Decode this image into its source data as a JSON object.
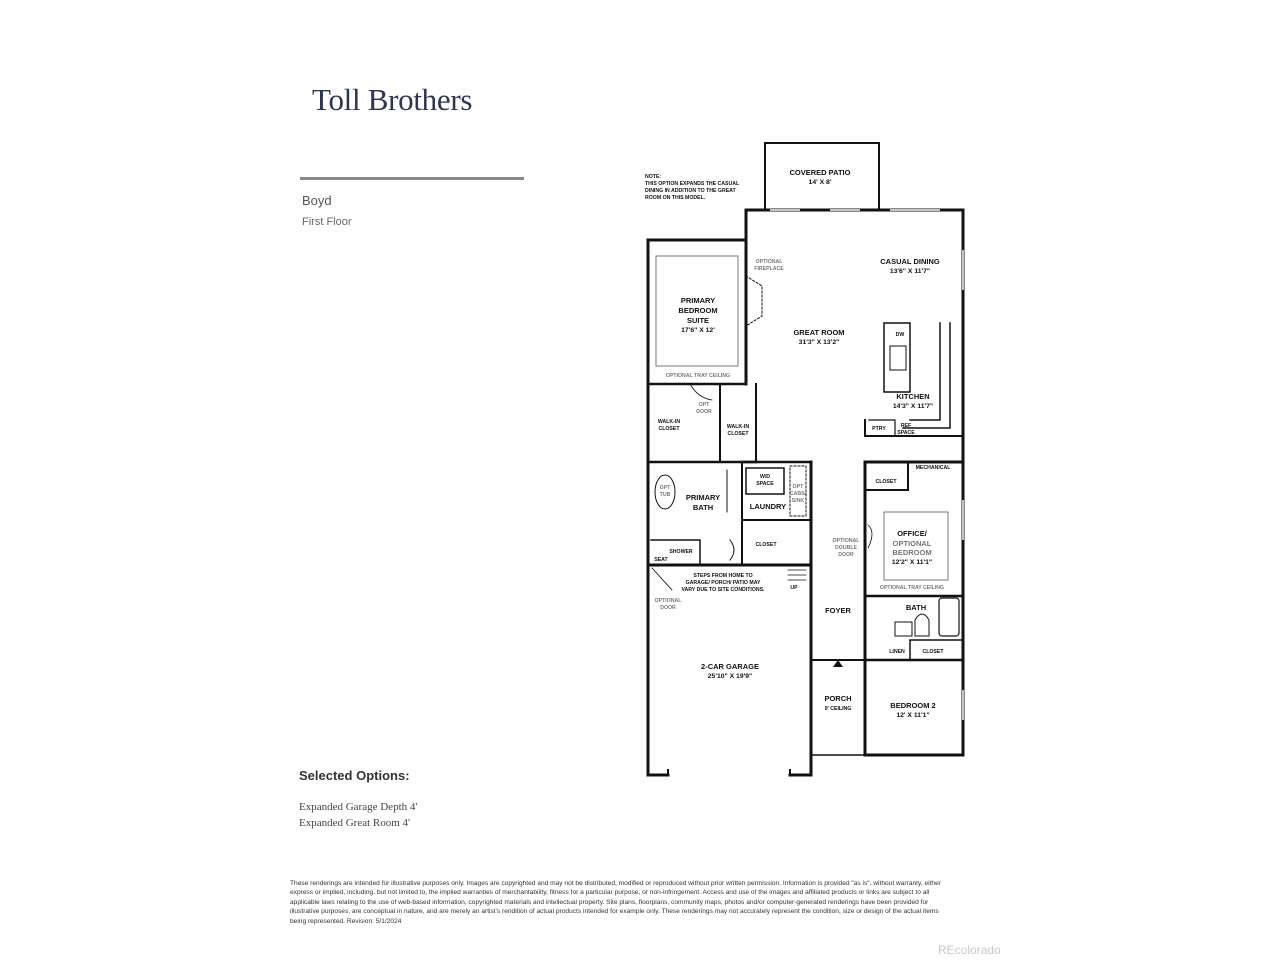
{
  "brand": {
    "logo_text": "Toll Brothers"
  },
  "plan": {
    "name": "Boyd",
    "floor": "First Floor"
  },
  "selected_options": {
    "title": "Selected Options:",
    "items": [
      "Expanded Garage Depth 4'",
      "Expanded Great Room 4'"
    ]
  },
  "floorplan": {
    "note": [
      "NOTE:",
      "THIS OPTION EXPANDS THE CASUAL",
      "DINING IN ADDITION TO THE GREAT",
      "ROOM ON THIS MODEL."
    ],
    "rooms": {
      "covered_patio": {
        "name": "COVERED PATIO",
        "dim": "14' X 8'"
      },
      "casual_dining": {
        "name": "CASUAL DINING",
        "dim": "13'6\" X 11'7\""
      },
      "great_room": {
        "name": "GREAT ROOM",
        "dim": "31'3\" X 13'2\""
      },
      "kitchen": {
        "name": "KITCHEN",
        "dim": "14'3\" X 11'7\""
      },
      "primary_bedroom": {
        "name": [
          "PRIMARY",
          "BEDROOM",
          "SUITE"
        ],
        "dim": "17'6\" X 12'"
      },
      "walk_in_closet_left": [
        "WALK-IN",
        "CLOSET"
      ],
      "walk_in_closet_right": [
        "WALK-IN",
        "CLOSET"
      ],
      "primary_bath": [
        "PRIMARY",
        "BATH"
      ],
      "laundry": "LAUNDRY",
      "mechanical": "MECHANICAL",
      "closet": "CLOSET",
      "office": {
        "name": [
          "OFFICE/",
          "OPTIONAL",
          "BEDROOM"
        ],
        "dim": "12'2\" X 11'1\""
      },
      "bath": "BATH",
      "linen": "LINEN",
      "closet_bedroom2": "CLOSET",
      "foyer": "FOYER",
      "porch": {
        "name": "PORCH",
        "sub": "9' CEILING"
      },
      "bedroom2": {
        "name": "BEDROOM 2",
        "dim": "12' X 11'1\""
      },
      "garage": {
        "name": "2-CAR GARAGE",
        "dim": "25'10\" X 19'9\""
      },
      "shower": "SHOWER",
      "seat": "SEAT",
      "closet_laundry": "CLOSET",
      "ptry": "PTRY",
      "dw": "DW"
    },
    "small_labels": {
      "optional_fireplace": [
        "OPTIONAL",
        "FIREPLACE"
      ],
      "optional_tray_ceiling_1": "OPTIONAL TRAY CEILING",
      "optional_tray_ceiling_2": "OPTIONAL TRAY CEILING",
      "opt_door": [
        "OPT",
        "DOOR"
      ],
      "opt_tub": [
        "OPT",
        "TUB"
      ],
      "wd_space": [
        "W/D",
        "SPACE"
      ],
      "opt_cabs_sink": [
        "OPT",
        "CABS/",
        "SINK"
      ],
      "optional_double_door": [
        "OPTIONAL",
        "DOUBLE",
        "DOOR"
      ],
      "optional_door": [
        "OPTIONAL",
        "DOOR"
      ],
      "ref_space": [
        "REF",
        "SPACE"
      ],
      "up": "UP",
      "steps_note": [
        "STEPS FROM HOME TO",
        "GARAGE/ PORCH/ PATIO MAY",
        "VARY DUE TO SITE CONDITIONS."
      ]
    }
  },
  "disclaimer": "These renderings are intended for illustrative purposes only. Images are copyrighted and may not be distributed, modified or reproduced without prior written permission. Information is provided \"as is\", without warranty, either express or implied, including, but not limited to, the implied warranties of merchantability, fitness for a particular purpose, or non-infringement. Access and use of the images and affiliated products or links are subject to all applicable laws relating to the use of web-based information, copyrighted materials and intellectual property. Site plans, floorplans, community maps, photos and/or computer-generated renderings have been provided for illustrative purposes, are conceptual in nature, and are merely an artist's rendition of actual products intended for example only. These renderings may not accurately represent the condition, size or design of the actual items being represented. Revision: 5/1/2024",
  "watermark": "REcolorado"
}
